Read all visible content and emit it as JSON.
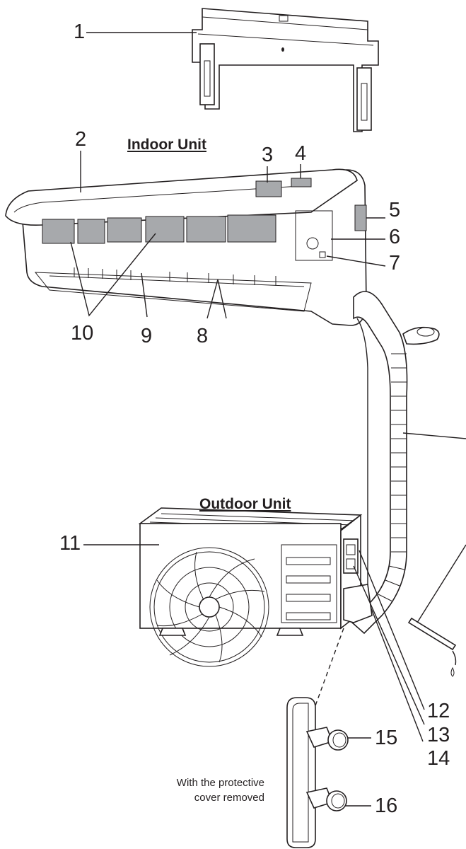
{
  "headings": {
    "indoor": "Indoor Unit",
    "outdoor": "Outdoor Unit"
  },
  "note": {
    "line1": "With the protective",
    "line2": "cover removed"
  },
  "labels": {
    "n1": "1",
    "n2": "2",
    "n3": "3",
    "n4": "4",
    "n5": "5",
    "n6": "6",
    "n7": "7",
    "n8": "8",
    "n9": "9",
    "n10": "10",
    "n11": "11",
    "n12": "12",
    "n13": "13",
    "n14": "14",
    "n15": "15",
    "n16": "16"
  }
}
